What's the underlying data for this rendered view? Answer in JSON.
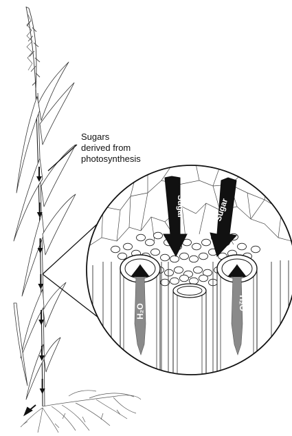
{
  "callout": {
    "line1": "Sugars",
    "line2": "derived from",
    "line3": "photosynthesis"
  },
  "labels": {
    "sugar_left": "Sugar",
    "sugar_right": "Sugar",
    "water_left": "H₂O",
    "water_right": "H₂O"
  },
  "colors": {
    "outline": "#111111",
    "sugar_arrow": "#111111",
    "water_arrow": "#808080",
    "background": "#ffffff"
  },
  "icons": {
    "flow_arrow": "down-arrow-icon"
  }
}
